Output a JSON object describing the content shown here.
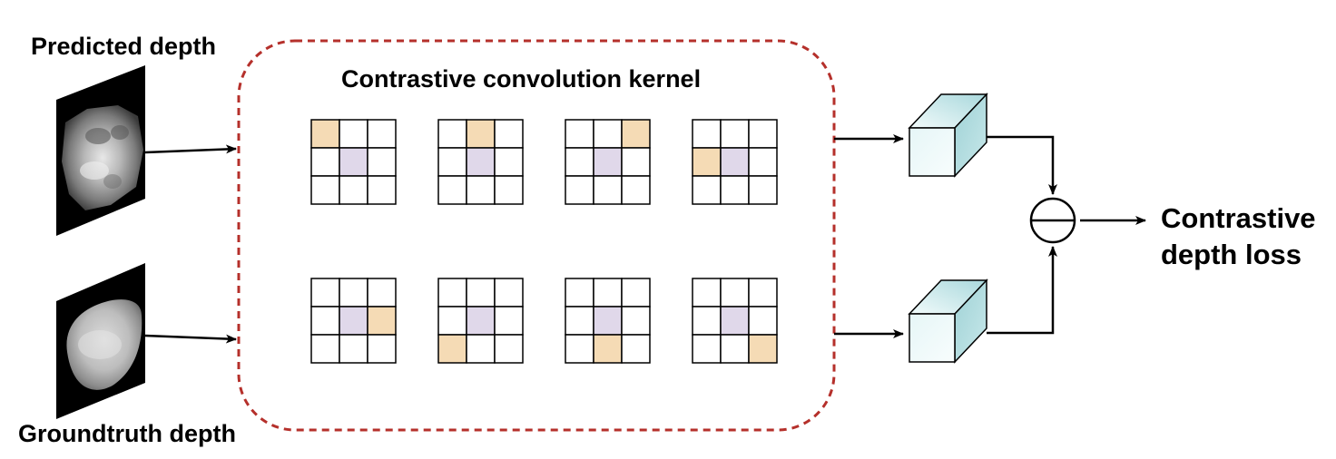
{
  "labels": {
    "predicted": "Predicted depth",
    "groundtruth": "Groundtruth depth",
    "kernel_title": "Contrastive convolution kernel",
    "loss_line1": "Contrastive",
    "loss_line2": "depth loss"
  },
  "colors": {
    "dashed_border": "#b5302b",
    "neighbor_cell": "#f5dbb5",
    "center_cell": "#e0d8ea",
    "cube_face": "#d8f0f2",
    "arrow": "#000000"
  },
  "kernels": [
    {
      "row": 0,
      "neighbor": [
        0,
        0
      ]
    },
    {
      "row": 0,
      "neighbor": [
        0,
        1
      ]
    },
    {
      "row": 0,
      "neighbor": [
        0,
        2
      ]
    },
    {
      "row": 0,
      "neighbor": [
        1,
        0
      ]
    },
    {
      "row": 1,
      "neighbor": [
        1,
        2
      ]
    },
    {
      "row": 1,
      "neighbor": [
        2,
        0
      ]
    },
    {
      "row": 1,
      "neighbor": [
        2,
        1
      ]
    },
    {
      "row": 1,
      "neighbor": [
        2,
        2
      ]
    }
  ],
  "operator_icon": "minus-circle-icon"
}
